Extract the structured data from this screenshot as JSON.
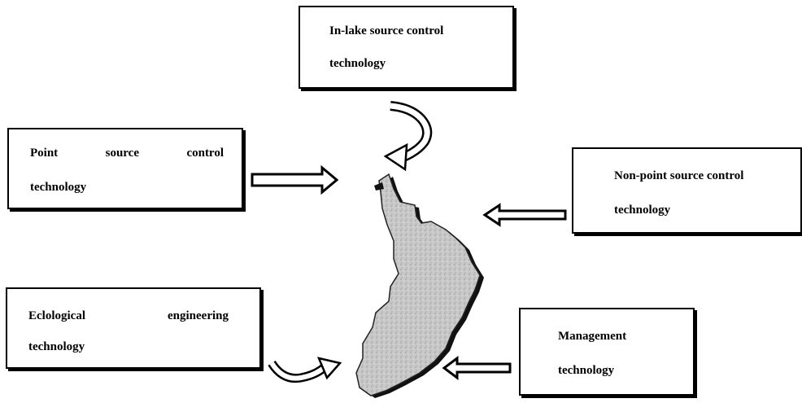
{
  "boxes": {
    "in_lake": {
      "line1": "In-lake source control",
      "line2": "technology"
    },
    "point": {
      "line1": [
        "Point",
        "source",
        "control"
      ],
      "line2": "technology"
    },
    "non_point": {
      "line1": "Non-point source control",
      "line2": "technology"
    },
    "ecological": {
      "line1": [
        "Eclological",
        "engineering"
      ],
      "line2": "technology"
    },
    "management": {
      "line1": "Management",
      "line2": "technology"
    }
  }
}
